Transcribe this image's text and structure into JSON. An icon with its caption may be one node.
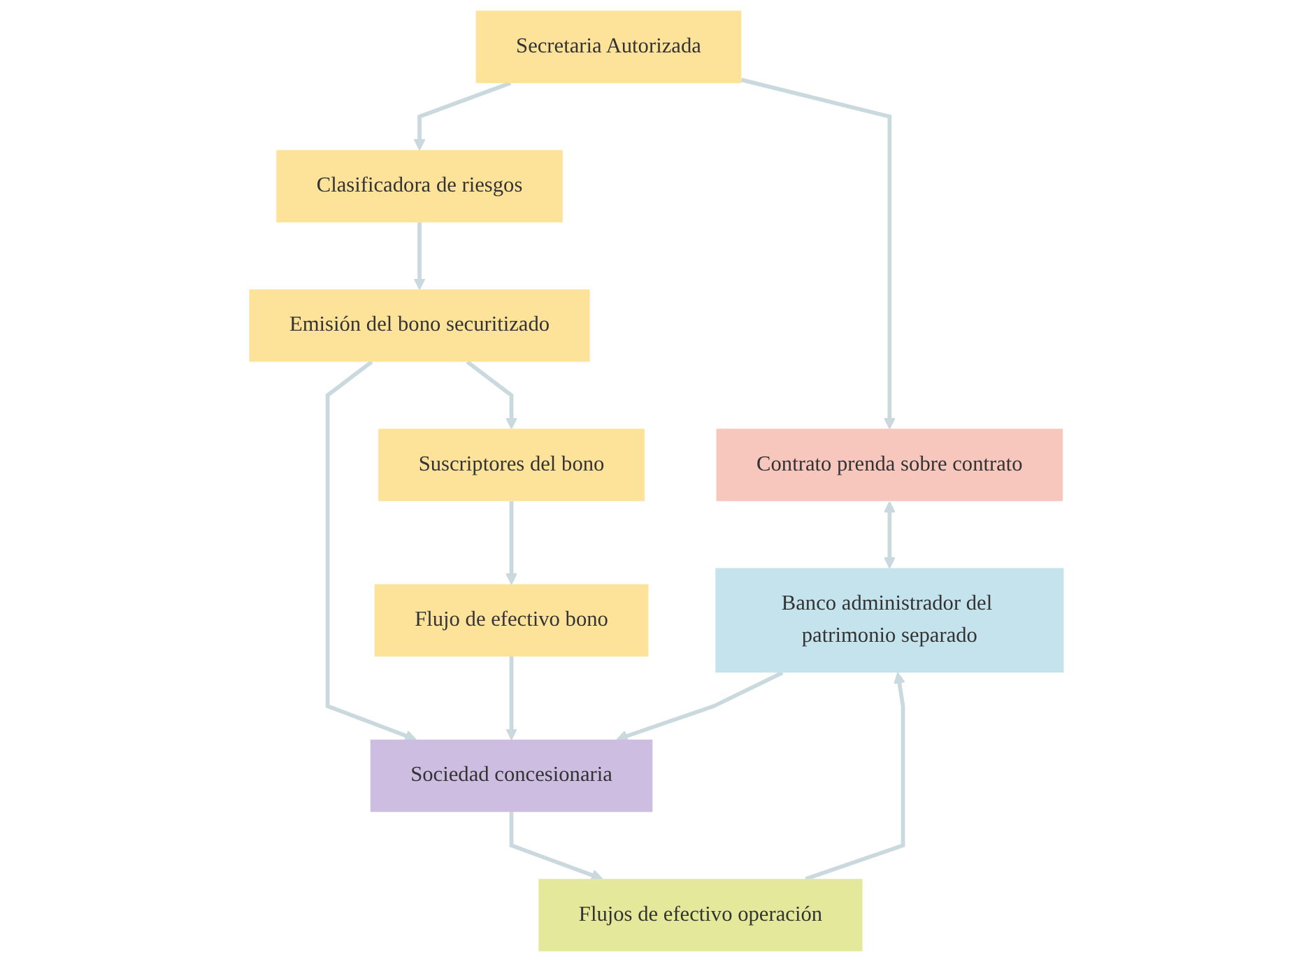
{
  "diagram": {
    "nodes": [
      {
        "text": [
          "Secretaria Autorizada"
        ]
      },
      {
        "text": [
          "Contrato prenda sobre contrato"
        ]
      },
      {
        "text": [
          "Banco administrador del patrimonio separado"
        ]
      },
      {
        "text": [
          "Clasificadora de riesgos"
        ]
      },
      {
        "text": [
          "Emisión del bono securitizado"
        ]
      },
      {
        "text": [
          "Sociedad concesionaria"
        ]
      },
      {
        "text": [
          "Flujos de efectivo operación"
        ]
      },
      {
        "text": [
          "Suscriptores del bono"
        ]
      },
      {
        "text": [
          "Flujo de efectivo bono"
        ]
      }
    ],
    "edges": [
      {
        "from": 0,
        "to": 1,
        "arrow": "to"
      },
      {
        "from": 1,
        "to": 2,
        "arrow": "both"
      },
      {
        "from": 0,
        "to": 3,
        "arrow": "to"
      },
      {
        "from": 3,
        "to": 4,
        "arrow": "to"
      },
      {
        "from": 4,
        "to": 5,
        "arrow": "to"
      },
      {
        "from": 5,
        "to": 6,
        "arrow": "to"
      },
      {
        "from": 6,
        "to": 2,
        "arrow": "to"
      },
      {
        "from": 4,
        "to": 7,
        "arrow": "to"
      },
      {
        "from": 7,
        "to": 8,
        "arrow": "to"
      },
      {
        "from": 8,
        "to": 5,
        "arrow": "to"
      },
      {
        "from": 2,
        "to": 5,
        "arrow": "to"
      }
    ]
  }
}
